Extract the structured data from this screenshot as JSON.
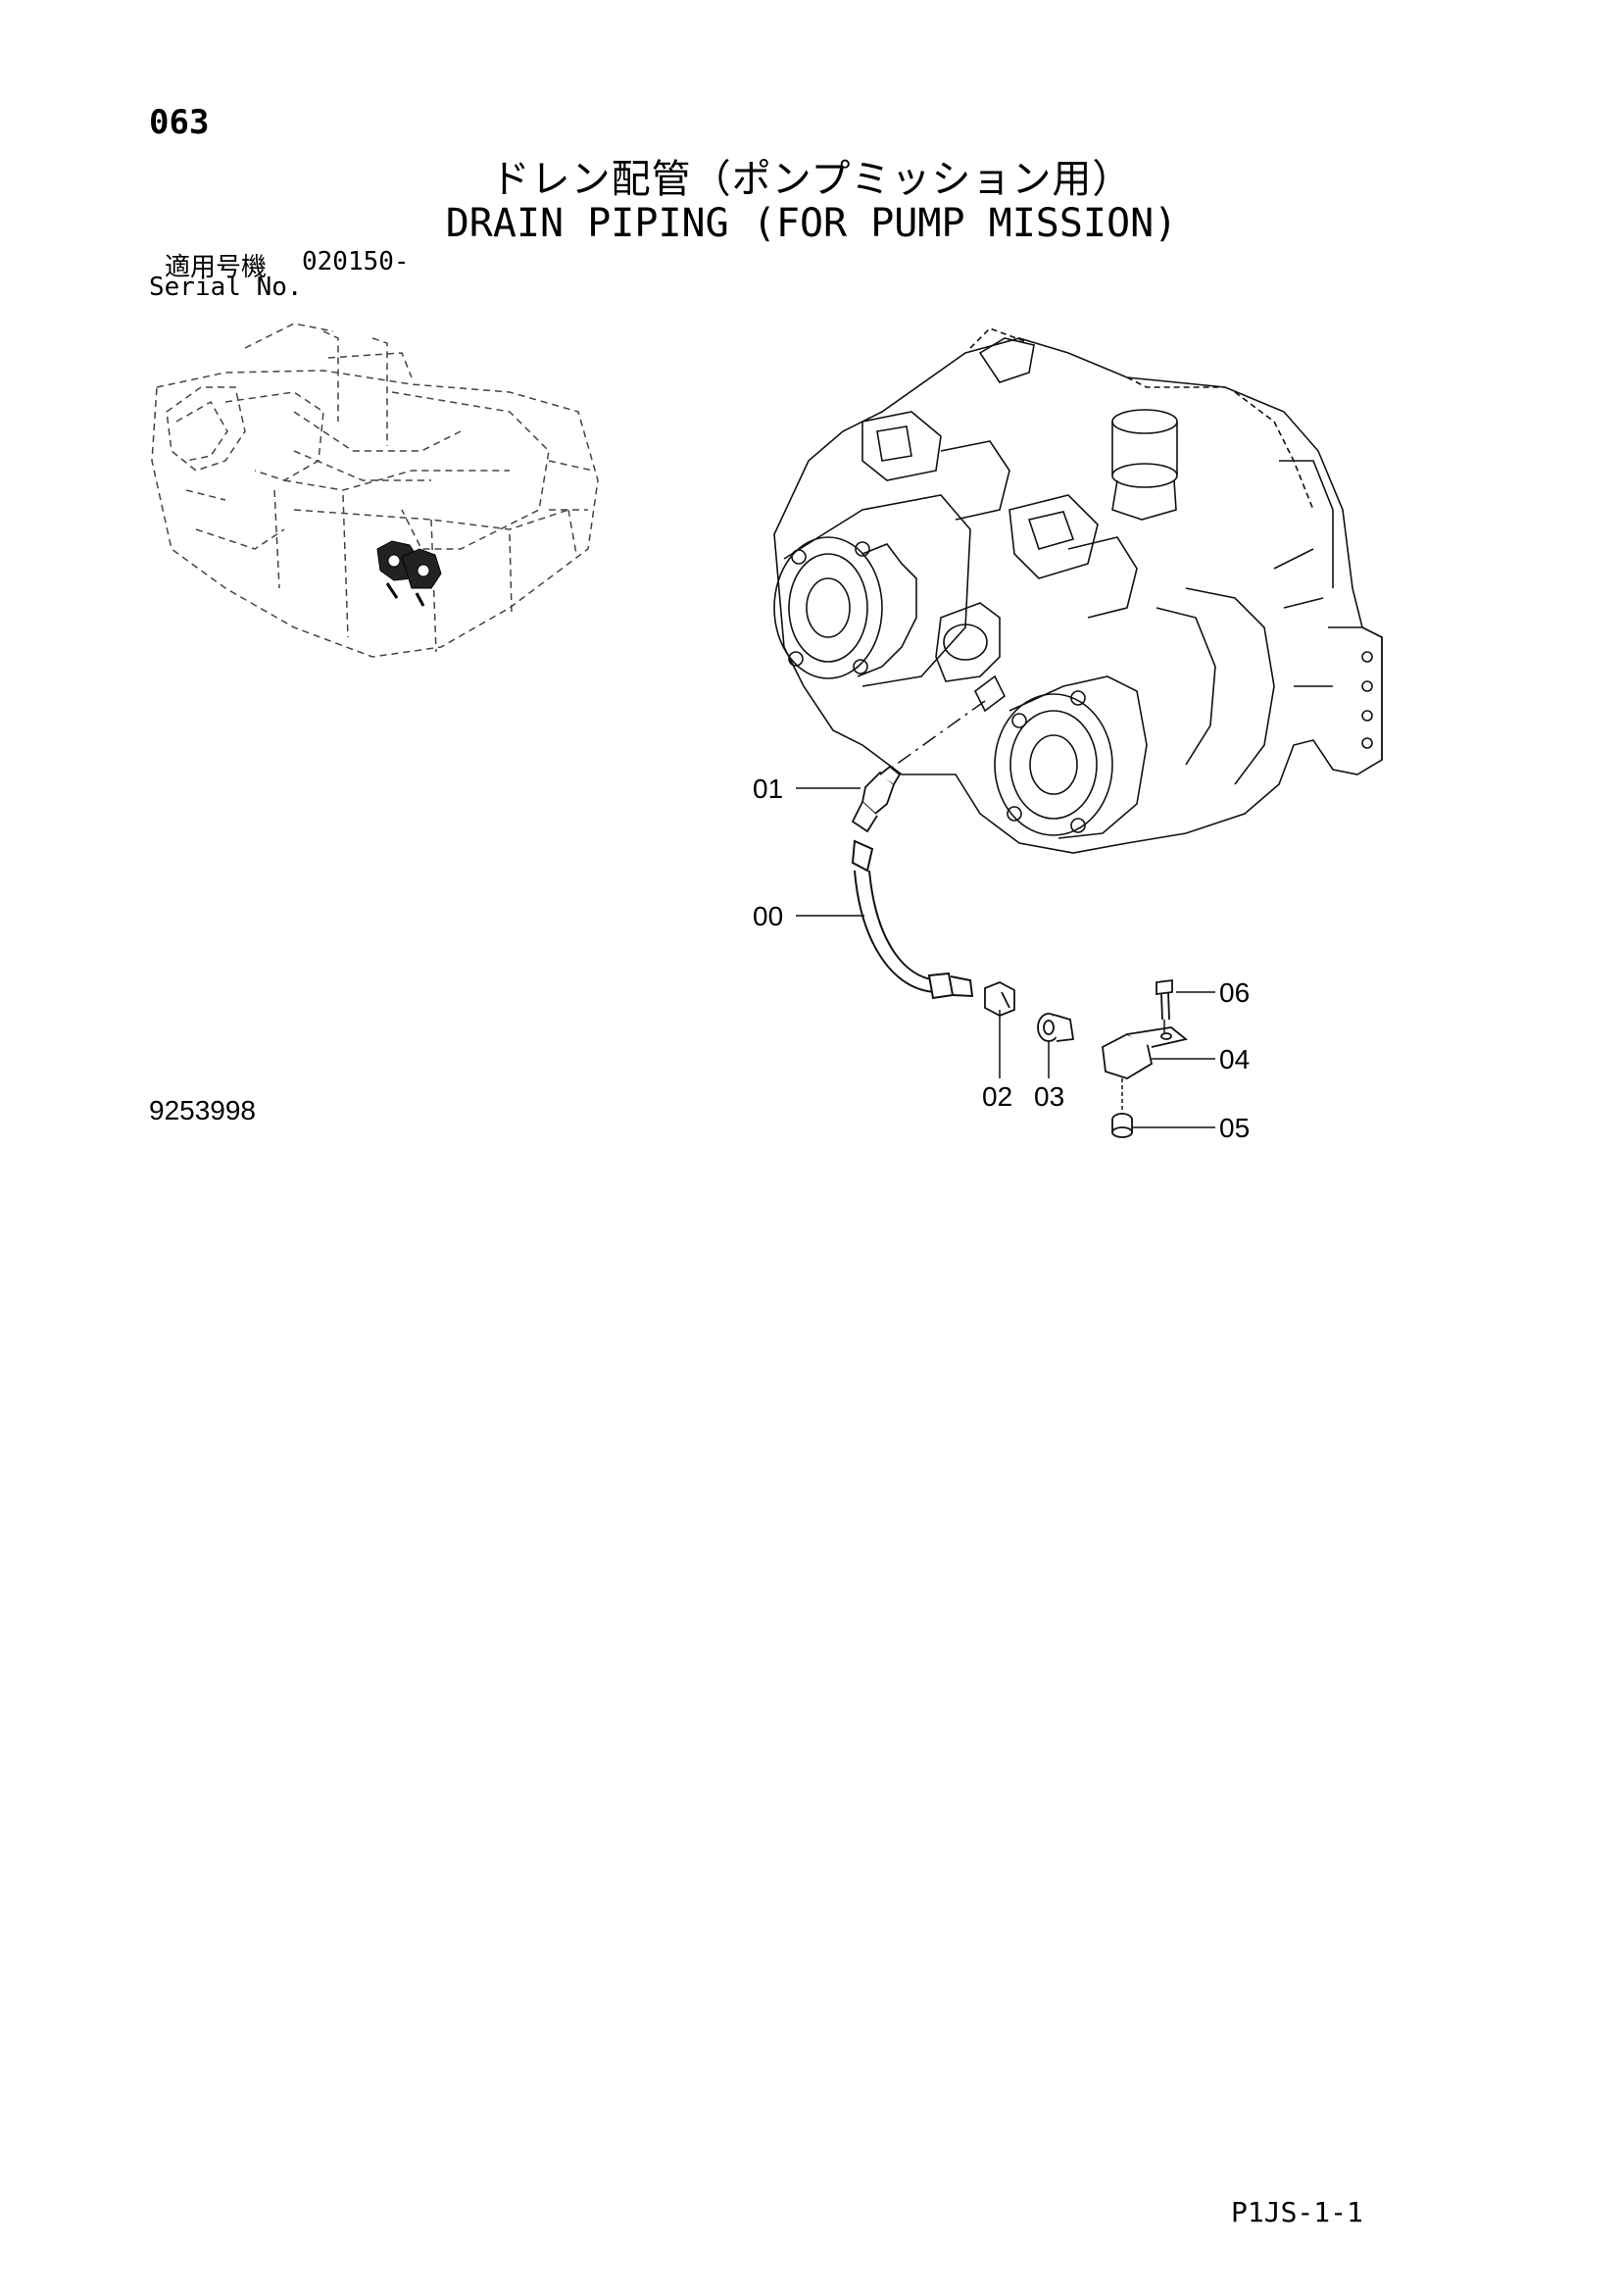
{
  "header": {
    "page_number": "063",
    "title_ja": "ドレン配管（ポンプミッション用）",
    "title_en": "DRAIN PIPING (FOR PUMP MISSION)"
  },
  "serial": {
    "label_ja": "適用号機",
    "value": "020150-",
    "label_en": "Serial No."
  },
  "callouts": {
    "c00": "00",
    "c01": "01",
    "c02": "02",
    "c03": "03",
    "c04": "04",
    "c05": "05",
    "c06": "06"
  },
  "footer": {
    "drawing_number": "9253998",
    "sheet_code": "P1JS-1-1"
  }
}
